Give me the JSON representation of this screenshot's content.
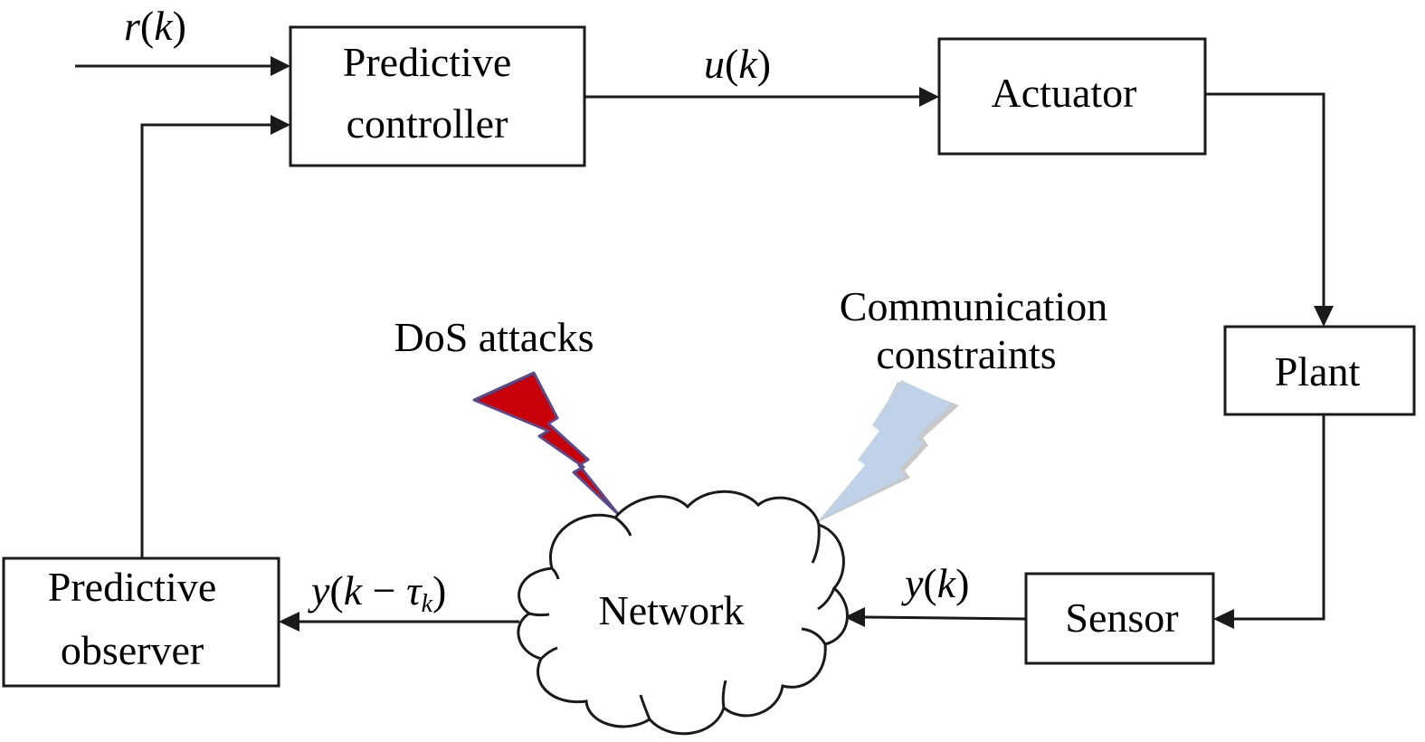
{
  "diagram": {
    "type": "block-diagram",
    "blocks": {
      "predictive_controller": {
        "line1": "Predictive",
        "line2": "controller"
      },
      "actuator": {
        "label": "Actuator"
      },
      "plant": {
        "label": "Plant"
      },
      "sensor": {
        "label": "Sensor"
      },
      "predictive_observer": {
        "line1": "Predictive",
        "line2": "observer"
      },
      "network": {
        "label": "Network"
      }
    },
    "signals": {
      "reference": {
        "fn": "r",
        "open": "(",
        "arg": "k",
        "close": ")"
      },
      "control": {
        "fn": "u",
        "open": "(",
        "arg": "k",
        "close": ")"
      },
      "output": {
        "fn": "y",
        "open": "(",
        "arg": "k",
        "close": ")"
      },
      "delayed_output": {
        "fn": "y",
        "open": "(",
        "arg": "k",
        "minus": " − ",
        "tau": "τ",
        "sub": "k",
        "close": ")"
      }
    },
    "disturbances": {
      "dos": {
        "label": "DoS attacks",
        "color": "#c8000a",
        "outline": "#5a4a8a"
      },
      "comm": {
        "line1": "Communication",
        "line2": "constraints",
        "color": "#c0d2e8",
        "shadow": "#c8c8c8"
      }
    },
    "connections": [
      {
        "from": "reference",
        "to": "predictive_controller"
      },
      {
        "from": "predictive_observer",
        "to": "predictive_controller"
      },
      {
        "from": "predictive_controller",
        "to": "actuator",
        "signal": "u(k)"
      },
      {
        "from": "actuator",
        "to": "plant"
      },
      {
        "from": "plant",
        "to": "sensor"
      },
      {
        "from": "sensor",
        "to": "network",
        "signal": "y(k)"
      },
      {
        "from": "network",
        "to": "predictive_observer",
        "signal": "y(k − τk)"
      }
    ]
  }
}
